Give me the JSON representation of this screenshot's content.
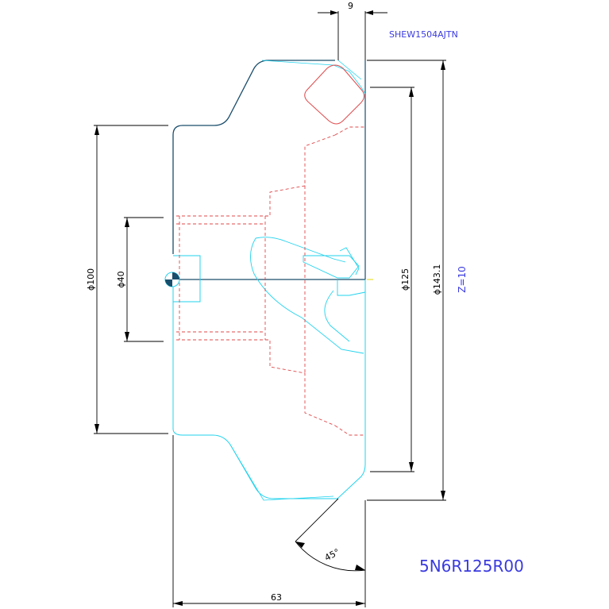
{
  "drawing": {
    "insert_code": "SHEW1504AJTN",
    "part_number": "5N6R125R00",
    "teeth": "Z=10",
    "dims": {
      "width_top": "9",
      "dia_100": "ϕ100",
      "dia_40": "ϕ40",
      "dia_125": "ϕ125",
      "dia_143": "ϕ143.1",
      "angle": "45°",
      "length": "63"
    }
  },
  "colors": {
    "outline_dark": "#1a4d6b",
    "cyan": "#22d3ee",
    "red": "#e0484a",
    "dim": "#000000",
    "label_blue": "#3a3adf"
  }
}
